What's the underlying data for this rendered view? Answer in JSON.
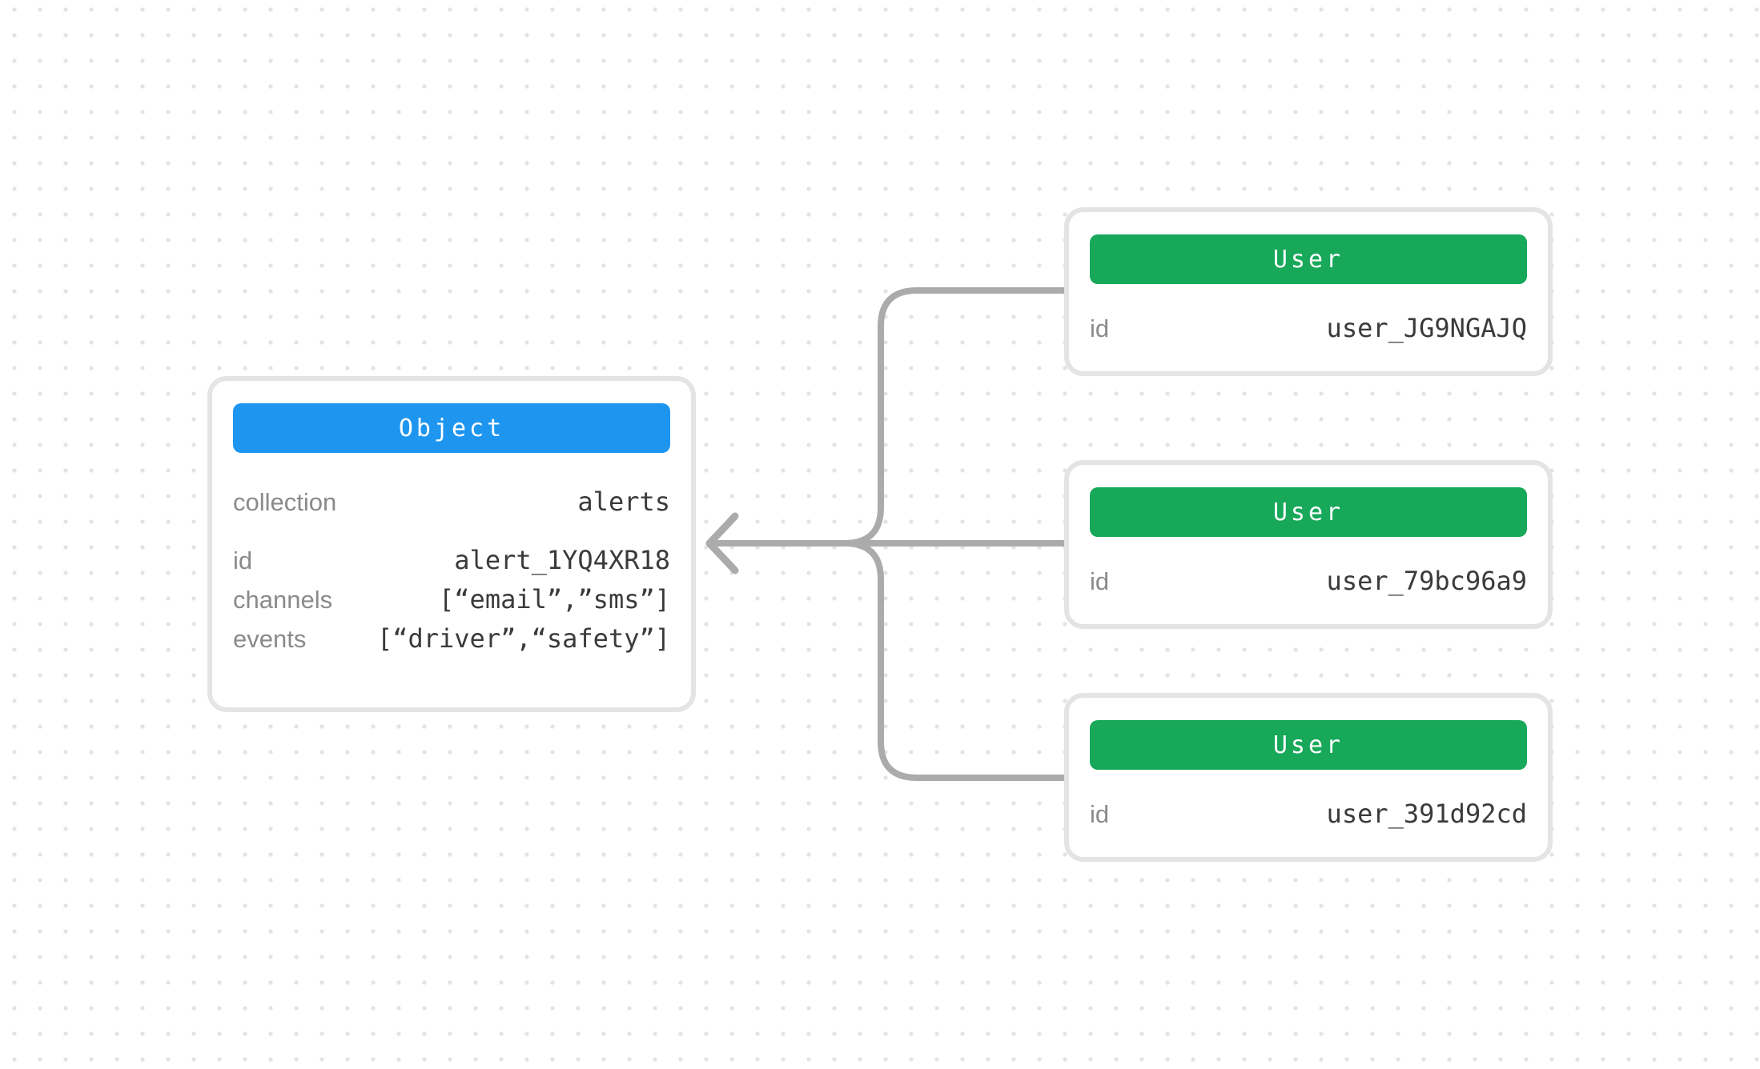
{
  "canvas": {
    "background_color": "#ffffff",
    "dot_color": "#e3e3e3"
  },
  "edges": {
    "color": "#ababab"
  },
  "object_node": {
    "title": "Object",
    "header_color": "#1e96f0",
    "rows": [
      {
        "label": "collection",
        "value": "alerts"
      },
      {
        "label": "id",
        "value": "alert_1YQ4XR18"
      },
      {
        "label": "channels",
        "value": "[“email”,”sms”]"
      },
      {
        "label": "events",
        "value": "[“driver”,“safety”]"
      }
    ]
  },
  "user_nodes": [
    {
      "title": "User",
      "header_color": "#17a85a",
      "rows": [
        {
          "label": "id",
          "value": "user_JG9NGAJQ"
        }
      ]
    },
    {
      "title": "User",
      "header_color": "#17a85a",
      "rows": [
        {
          "label": "id",
          "value": "user_79bc96a9"
        }
      ]
    },
    {
      "title": "User",
      "header_color": "#17a85a",
      "rows": [
        {
          "label": "id",
          "value": "user_391d92cd"
        }
      ]
    }
  ]
}
